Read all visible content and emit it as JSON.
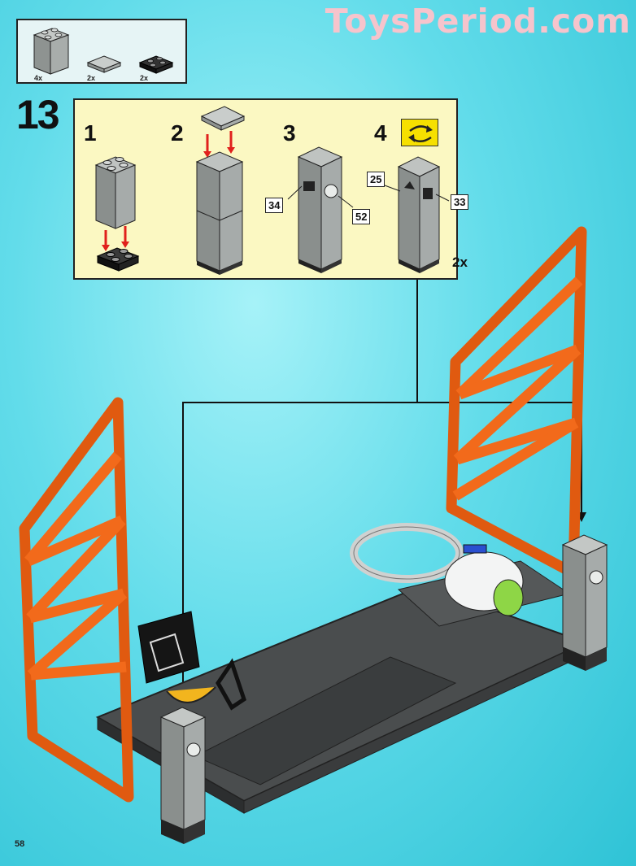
{
  "watermark": "ToysPeriod.com",
  "parts_list": [
    {
      "qty": "4x",
      "icon": "brick-2x2x3-gray"
    },
    {
      "qty": "2x",
      "icon": "tile-2x2-gray"
    },
    {
      "qty": "2x",
      "icon": "plate-2x2-black"
    }
  ],
  "step": {
    "number": "13",
    "substeps": [
      "1",
      "2",
      "3",
      "4"
    ],
    "callouts": [
      "34",
      "52",
      "25",
      "33"
    ],
    "multiplier": "2x",
    "rotate_icon": "rotate-model-icon"
  },
  "page_number": "58",
  "colors": {
    "background": "#4fd4e4",
    "step_box": "#fbf8c2",
    "frame_orange": "#f26a1b",
    "baseplate": "#4a4d4e",
    "pillar_gray": "#a3a8a5",
    "arrow_red": "#e0211c",
    "rotate_yellow": "#f6e000",
    "watermark": "#f6c4cc"
  }
}
